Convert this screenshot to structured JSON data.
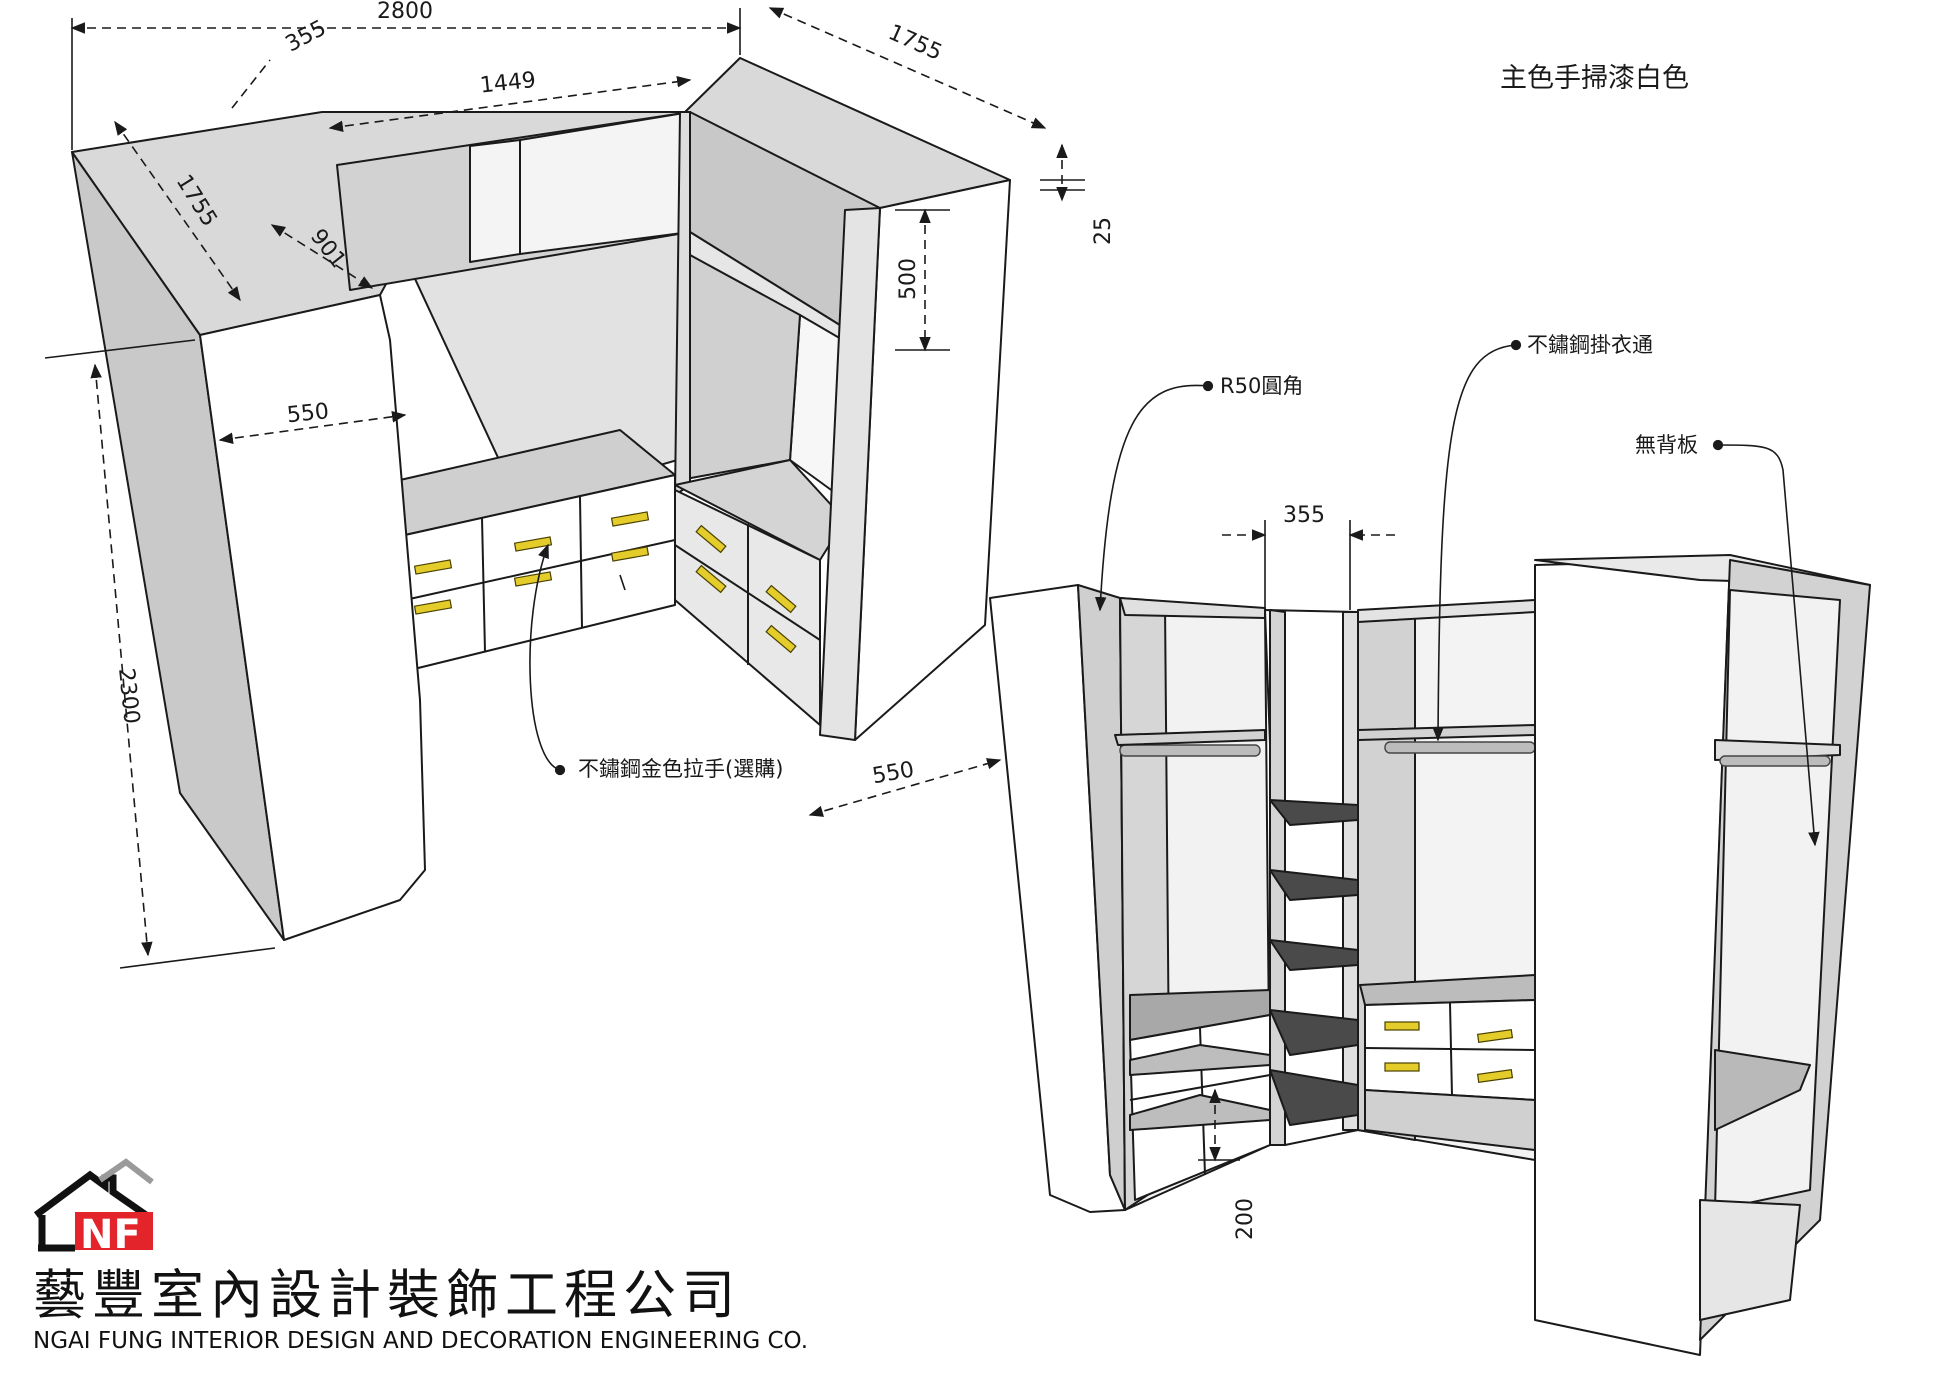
{
  "title_note": "主色手掃漆白色",
  "left_view": {
    "dimensions": {
      "overall_width": "2800",
      "corner_gap": "355",
      "top_span": "1449",
      "right_depth": "1755",
      "left_depth": "1755",
      "diagonal": "901",
      "panel_thickness": "25",
      "shelf_height": "500",
      "inner_depth": "550",
      "height": "2300",
      "front_depth": "550"
    },
    "callouts": {
      "handle": "不鏽鋼金色拉手(選購)"
    }
  },
  "right_view": {
    "dimensions": {
      "corner_width": "355",
      "bottom_gap": "200"
    },
    "callouts": {
      "radius": "R50圓角",
      "rail": "不鏽鋼掛衣通",
      "no_back": "無背板"
    }
  },
  "company": {
    "logo_letters": "NF",
    "name_cn": "藝豐室內設計裝飾工程公司",
    "name_en": "NGAI FUNG INTERIOR DESIGN AND DECORATION ENGINEERING CO."
  },
  "colors": {
    "panel_white": "#ffffff",
    "panel_light": "#d9d9d9",
    "panel_mid": "#c4c4c4",
    "panel_dark": "#9b9b9b",
    "shelf_dark": "#4a4a4a",
    "handle_gold": "#e4cc2a",
    "logo_red": "#e3242b"
  }
}
